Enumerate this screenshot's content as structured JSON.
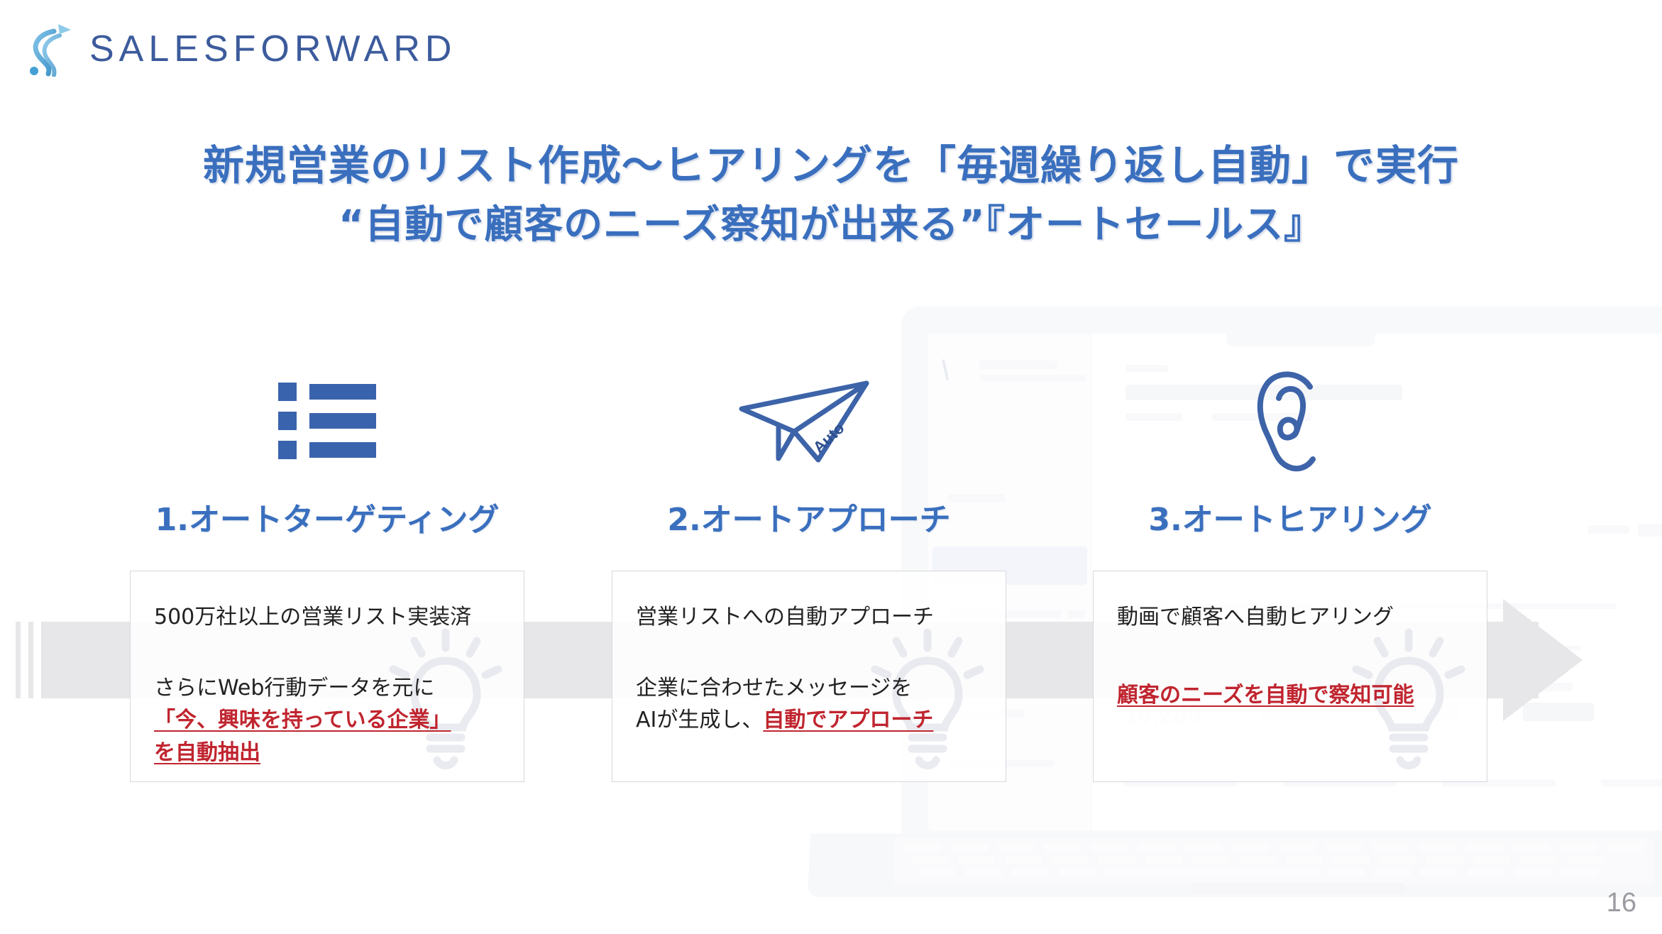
{
  "brand": {
    "logo_text": "SALESFORWARD",
    "logo_icon": "swoosh-s-mark",
    "accent_blue": "#3a6fbe",
    "logo_blue": "#3c5b9c",
    "highlight_red": "#c0252f",
    "arrow_gray": "#e7e7e9"
  },
  "title": {
    "line1": "新規営業のリスト作成～ヒアリングを「毎週繰り返し自動」で実行",
    "line2": "“自動で顧客のニーズ察知が出来る”『オートセールス』"
  },
  "columns": [
    {
      "icon": "bulleted-list-icon",
      "heading": "1.オートターゲティング",
      "lines": [
        {
          "text": "500万社以上の営業リスト実装済",
          "style": "normal",
          "gap": "none"
        },
        {
          "text": "さらにWeb行動データを元に",
          "style": "normal",
          "gap": "large"
        },
        {
          "text": "「今、興味を持っている企業」",
          "style": "highlight",
          "gap": "small"
        },
        {
          "text": "を自動抽出",
          "style": "highlight",
          "gap": "small"
        }
      ]
    },
    {
      "icon": "paper-plane-icon",
      "icon_label": "Auto",
      "heading": "2.オートアプローチ",
      "lines": [
        {
          "text": "営業リストへの自動アプローチ",
          "style": "normal",
          "gap": "none"
        },
        {
          "text": "企業に合わせたメッセージを",
          "style": "normal",
          "gap": "large"
        },
        {
          "text": "AIが生成し、",
          "suffix": "自動でアプローチ",
          "style": "mixed",
          "gap": "small"
        }
      ]
    },
    {
      "icon": "ear-icon",
      "heading": "3.オートヒアリング",
      "lines": [
        {
          "text": "動画で顧客へ自動ヒアリング",
          "style": "normal",
          "gap": "none"
        },
        {
          "text": "顧客のニーズを自動で察知可能",
          "style": "highlight",
          "gap": "xlarge"
        }
      ]
    }
  ],
  "background": {
    "device": "laptop-mockup",
    "dashboard_stat": "10,289",
    "flow_arrow": "right-arrow"
  },
  "footer": {
    "page_number": "16"
  }
}
